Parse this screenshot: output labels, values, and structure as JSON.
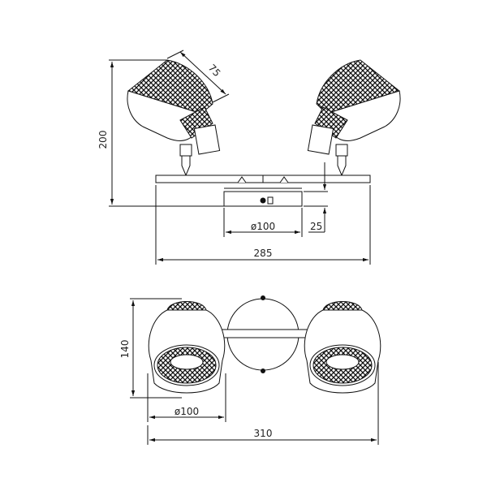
{
  "drawing": {
    "side_view": {
      "dim_head": "75",
      "dim_height": "200",
      "dim_plate_diameter": "ø100",
      "dim_plate_depth": "25",
      "dim_length": "285"
    },
    "top_view": {
      "dim_depth": "140",
      "dim_head_diameter": "ø100",
      "dim_width": "310"
    }
  }
}
